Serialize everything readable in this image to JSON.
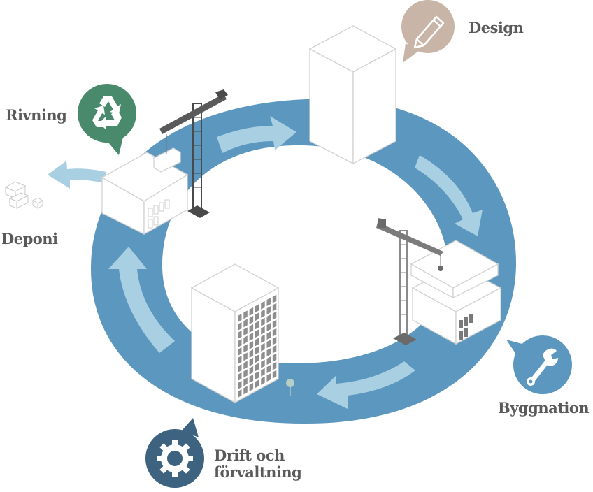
{
  "diagram": {
    "type": "building-lifecycle-cycle",
    "colors": {
      "ring": "#5b97bf",
      "arrow": "#a9cfe3",
      "building_stroke": "#d2d2d2",
      "crane": "#4a4a4a",
      "crane_light": "#7b7b7b",
      "window": "#8e8e8e",
      "label_text": "#5a5a5a"
    },
    "stages": [
      {
        "id": "design",
        "label": "Design",
        "icon": "pencil-icon",
        "bubble_color": "#c9b5a8"
      },
      {
        "id": "byggnation",
        "label": "Byggnation",
        "icon": "wrench-icon",
        "bubble_color": "#5b97bf"
      },
      {
        "id": "drift",
        "label_lines": [
          "Drift och",
          "förvaltning"
        ],
        "icon": "gear-icon",
        "bubble_color": "#3d6380"
      },
      {
        "id": "rivning",
        "label": "Rivning",
        "icon": "recycle-icon",
        "bubble_color": "#4a8a6c"
      }
    ],
    "exit": {
      "id": "deponi",
      "label": "Deponi",
      "icon": "debris-blocks-icon"
    },
    "flow_direction": "clockwise"
  }
}
